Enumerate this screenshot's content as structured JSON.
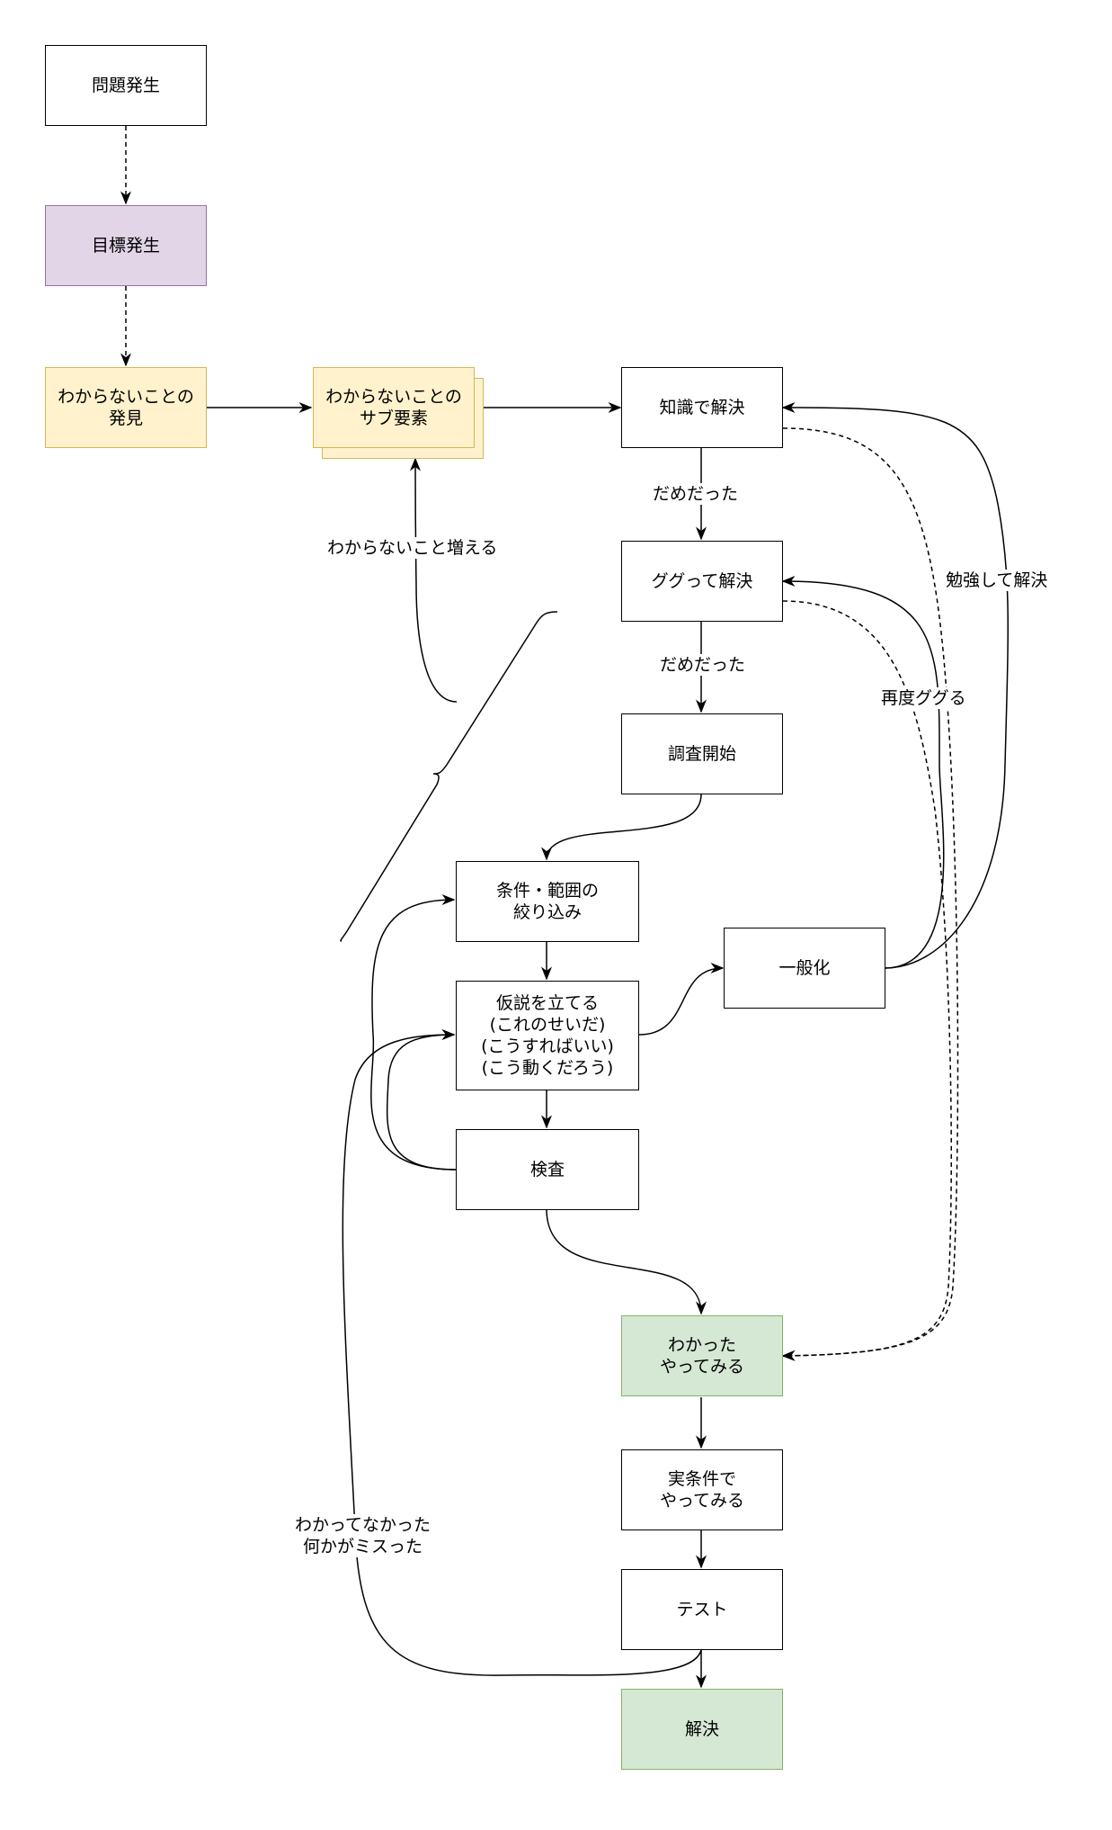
{
  "nodes": {
    "problem": "問題発生",
    "goal": "目標発生",
    "unknown": "わからないことの\n発見",
    "subelements": "わからないことの\nサブ要素",
    "knowledge": "知識で解決",
    "google": "ググって解決",
    "research": "調査開始",
    "narrow": "条件・範囲の\n絞り込み",
    "hypothesis": "仮説を立てる\n(これのせいだ)\n(こうすればいい)\n(こう動くだろう)",
    "inspect": "検査",
    "generalize": "一般化",
    "understood": "わかった\nやってみる",
    "realtry": "実条件で\nやってみる",
    "test": "テスト",
    "solved": "解決"
  },
  "labels": {
    "fail1": "だめだった",
    "fail2": "だめだった",
    "increase": "わからないこと増える",
    "study": "勉強して解決",
    "regoogle": "再度ググる",
    "missed": "わかってなかった\n何かがミスった"
  },
  "colors": {
    "purple_fill": "#e1d5e7",
    "yellow_fill": "#fff2cc",
    "green_fill": "#d5e8d4"
  }
}
